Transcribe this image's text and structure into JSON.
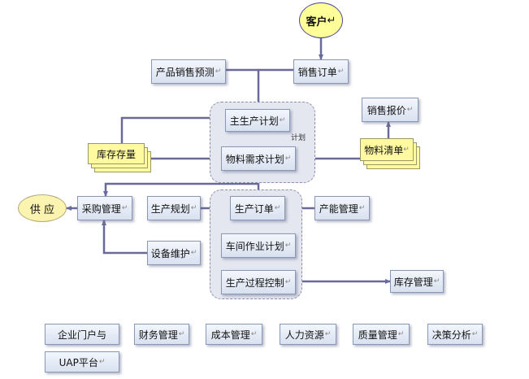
{
  "nodes": {
    "customer": "客户",
    "sales_forecast": "产品销售预测",
    "sales_order": "销售订单",
    "master_plan": "主生产计划",
    "plan_label": "计划",
    "sales_quote": "销售报价",
    "inventory": "库存存量",
    "mrp": "物料需求计划",
    "bom": "物料清单",
    "supply": "供 应",
    "purchase": "采购管理",
    "production_planning": "生产规划",
    "production_order": "生产订单",
    "capacity": "产能管理",
    "shop_floor_plan": "车间作业计划",
    "equipment": "设备维护",
    "process_control": "生产过程控制",
    "inventory_mgmt": "库存管理"
  },
  "bottom_modules": [
    "企业门户与",
    "财务管理",
    "成本管理",
    "人力资源",
    "质量管理",
    "决策分析",
    "UAP平台"
  ],
  "return_mark": "↵",
  "colors": {
    "connector": "#6a6a9a",
    "customer_fill": "#ffff99",
    "supply_fill": "#fbf3b0",
    "doc_fill": "#fffaa0"
  }
}
